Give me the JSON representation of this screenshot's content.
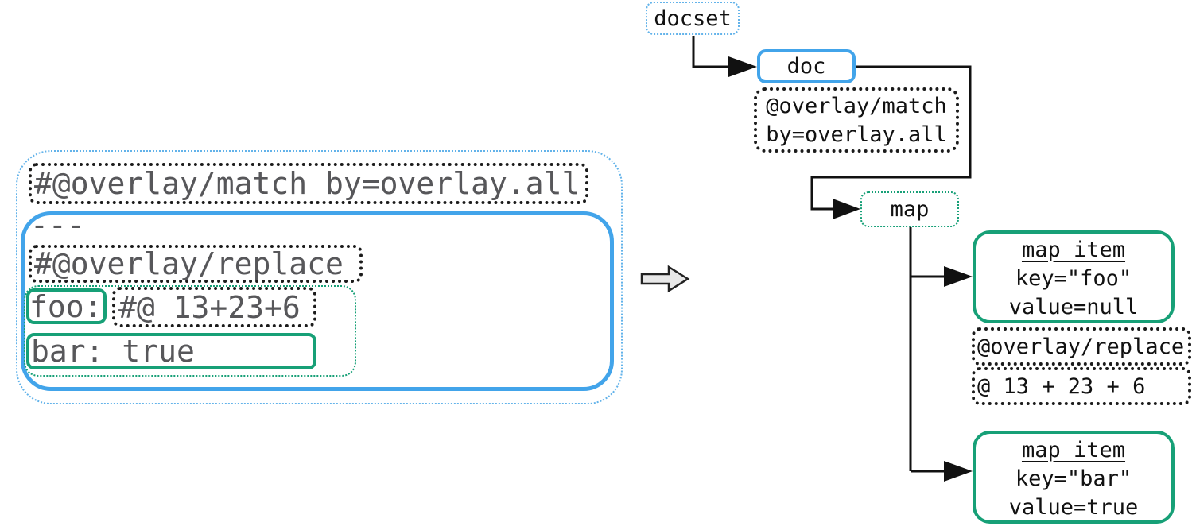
{
  "source_panel": {
    "match_annotation": "#@overlay/match by=overlay.all",
    "document_separator": "---",
    "replace_annotation": "#@overlay/replace",
    "foo_key": "foo:",
    "foo_value_annotation": "#@ 13+23+6",
    "bar_entry": "bar: true"
  },
  "tree_panel": {
    "docset_label": "docset",
    "doc_label": "doc",
    "doc_annotation": {
      "line1": "@overlay/match",
      "line2": "by=overlay.all"
    },
    "map_label": "map",
    "map_item_foo": {
      "title": "map item",
      "key": "key=\"foo\"",
      "value": "value=null"
    },
    "replace_annotation": "@overlay/replace",
    "value_annotation": "@ 13 + 23 + 6",
    "map_item_bar": {
      "title": "map item",
      "key": "key=\"bar\"",
      "value": "value=true"
    }
  },
  "colors": {
    "blue_solid": "#42a4ea",
    "blue_dotted": "#63b3ea",
    "teal": "#17a077",
    "annotation_border": "#1b1b1b",
    "source_text": "#57575a",
    "tree_text": "#111111",
    "connector": "#111111",
    "transform_arrow_fill": "#e8e8e8"
  }
}
